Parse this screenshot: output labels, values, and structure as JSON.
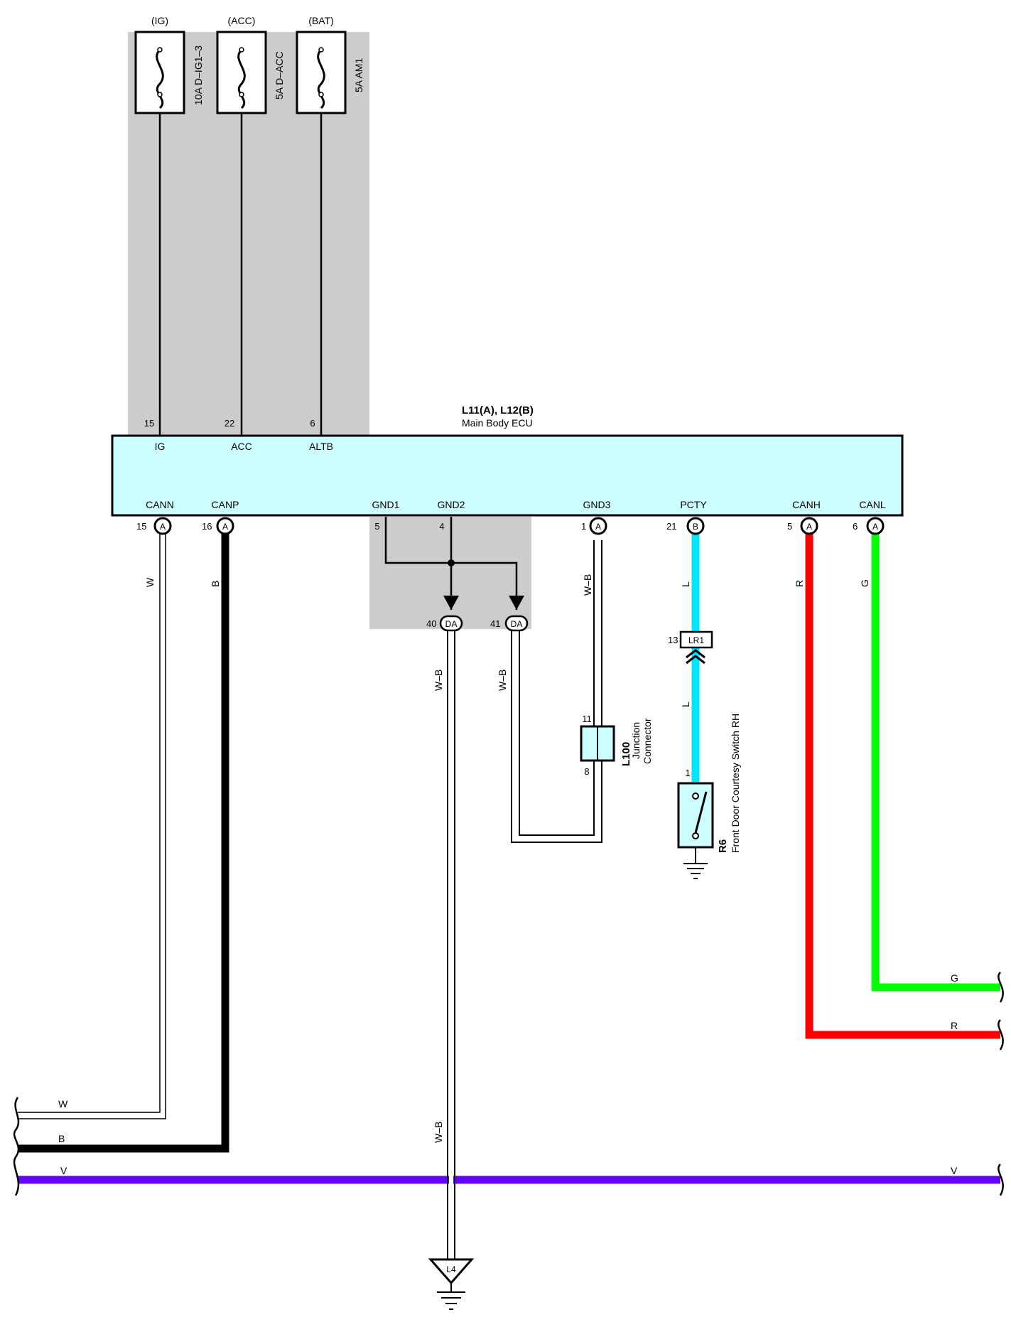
{
  "ecu": {
    "id": "L11(A), L12(B)",
    "name": "Main Body ECU"
  },
  "fuses": [
    {
      "source": "(IG)",
      "rating": "10A D–IG1–3",
      "pin": "15",
      "terminal": "IG"
    },
    {
      "source": "(ACC)",
      "rating": "5A D–ACC",
      "pin": "22",
      "terminal": "ACC"
    },
    {
      "source": "(BAT)",
      "rating": "5A AM1",
      "pin": "6",
      "terminal": "ALTB"
    }
  ],
  "bottom_terminals": {
    "canns": {
      "label": "CANN",
      "pin": "15",
      "conn": "A",
      "wire": "W"
    },
    "canp": {
      "label": "CANP",
      "pin": "16",
      "conn": "A",
      "wire": "B"
    },
    "gnd1": {
      "label": "GND1",
      "pin": "5"
    },
    "gnd2": {
      "label": "GND2",
      "pin": "4"
    },
    "gnd3": {
      "label": "GND3",
      "pin": "1",
      "conn": "A",
      "wire": "W–B"
    },
    "pcty": {
      "label": "PCTY",
      "pin": "21",
      "conn": "B",
      "wire": "L"
    },
    "canh": {
      "label": "CANH",
      "pin": "5",
      "conn": "A",
      "wire": "R"
    },
    "canl": {
      "label": "CANL",
      "pin": "6",
      "conn": "A",
      "wire": "G"
    }
  },
  "da_connectors": [
    {
      "pin": "40",
      "name": "DA",
      "wire": "W–B"
    },
    {
      "pin": "41",
      "name": "DA",
      "wire": "W–B"
    }
  ],
  "junction": {
    "id": "L100",
    "name1": "Junction",
    "name2": "Connector",
    "pin_top": "11",
    "pin_bottom": "8"
  },
  "lr1": {
    "pin": "13",
    "name": "LR1",
    "wire_below": "L"
  },
  "switch": {
    "id": "R6",
    "name": "Front Door Courtesy Switch RH",
    "pin": "1"
  },
  "ground_l4": {
    "name": "L4",
    "wire": "W–B"
  },
  "bus_wires": {
    "g": "G",
    "r": "R",
    "w": "W",
    "b": "B",
    "v_left": "V",
    "v_right": "V"
  },
  "colors": {
    "ecu_fill": "#ccffff",
    "shade": "#cccccc",
    "pcty_wire": "#00e5ff",
    "canh_wire": "#ff0000",
    "canl_wire": "#00ff00",
    "v_wire": "#6600ff",
    "junction_fill": "#ccffff"
  }
}
